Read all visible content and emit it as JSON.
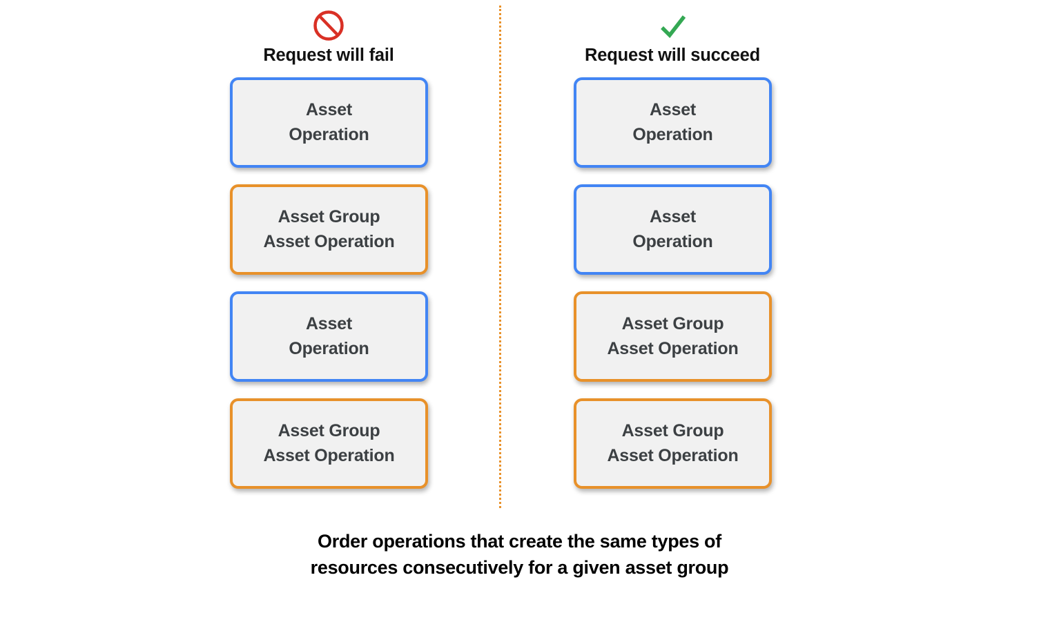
{
  "colors": {
    "blue_border": "#4285F4",
    "orange_border": "#E8912A",
    "box_fill": "#F1F1F1",
    "box_text": "#3C4043",
    "fail_icon": "#D93025",
    "succeed_icon": "#34A853",
    "divider": "#E8912A",
    "caption_text": "#000000"
  },
  "columns": [
    {
      "id": "fail",
      "icon": "prohibition-icon",
      "title": "Request will fail",
      "boxes": [
        {
          "label": "Asset\nOperation",
          "type": "asset",
          "border": "blue"
        },
        {
          "label": "Asset Group\nAsset Operation",
          "type": "asset-group",
          "border": "orange"
        },
        {
          "label": "Asset\nOperation",
          "type": "asset",
          "border": "blue"
        },
        {
          "label": "Asset Group\nAsset Operation",
          "type": "asset-group",
          "border": "orange"
        }
      ]
    },
    {
      "id": "succeed",
      "icon": "check-icon",
      "title": "Request will succeed",
      "boxes": [
        {
          "label": "Asset\nOperation",
          "type": "asset",
          "border": "blue"
        },
        {
          "label": "Asset\nOperation",
          "type": "asset",
          "border": "blue"
        },
        {
          "label": "Asset Group\nAsset Operation",
          "type": "asset-group",
          "border": "orange"
        },
        {
          "label": "Asset Group\nAsset Operation",
          "type": "asset-group",
          "border": "orange"
        }
      ]
    }
  ],
  "caption": "Order operations that create the same types of\nresources consecutively for a given asset group"
}
